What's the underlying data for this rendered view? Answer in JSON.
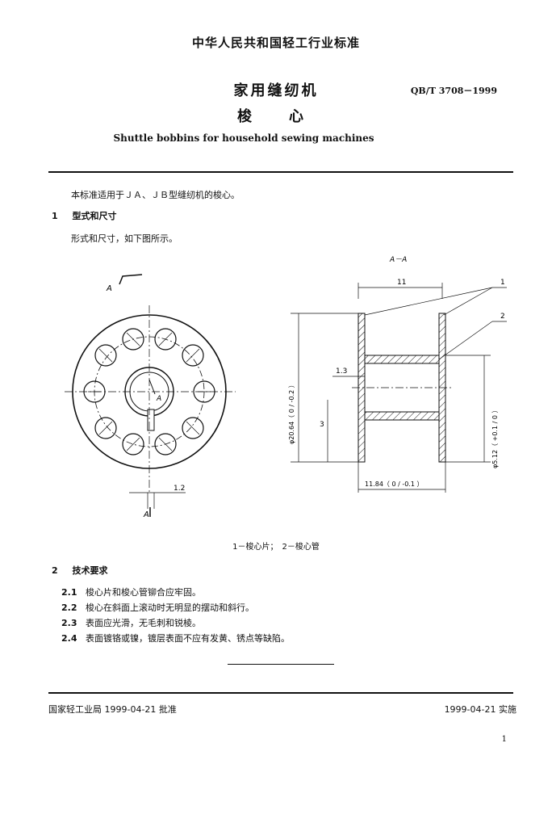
{
  "header": {
    "standard_body": "中华人民共和国轻工行业标准",
    "title": "家用缝纫机",
    "subtitle": "梭　心",
    "code": "QB/T 3708－1999",
    "english_title": "Shuttle bobbins for household sewing machines"
  },
  "body": {
    "intro": "本标准适用于ＪＡ、ＪＢ型缝纫机的梭心。",
    "section1": {
      "num": "1",
      "title": "型式和尺寸"
    },
    "section1_text": "形式和尺寸，如下图所示。",
    "figure": {
      "section_label": "A－A",
      "label_A": "A",
      "dim_11": "11",
      "dim_13": "1.3",
      "dim_3": "3",
      "dim_12": "1.2",
      "dim_outer_dia": "φ20.64（ 0 / -0.2 ）",
      "dim_inner_dia": "φ5.12（ +0.1 / 0 ）",
      "dim_length": "11.84（ 0 / -0.1 ）",
      "leader_1": "1",
      "leader_2": "2",
      "caption": "1－梭心片；　2－梭心管"
    },
    "section2": {
      "num": "2",
      "title": "技术要求"
    },
    "requirements": [
      {
        "num": "2.1",
        "text": "梭心片和梭心管铆合应牢固。"
      },
      {
        "num": "2.2",
        "text": "梭心在斜面上滚动时无明显的摆动和斜行。"
      },
      {
        "num": "2.3",
        "text": "表面应光滑，无毛刺和锐棱。"
      },
      {
        "num": "2.4",
        "text": "表面镀铬或镍，镀层表面不应有发黄、锈点等缺陷。"
      }
    ]
  },
  "footer": {
    "approval": "国家轻工业局 1999-04-21 批准",
    "effective": "1999-04-21 实施",
    "page": "1"
  }
}
